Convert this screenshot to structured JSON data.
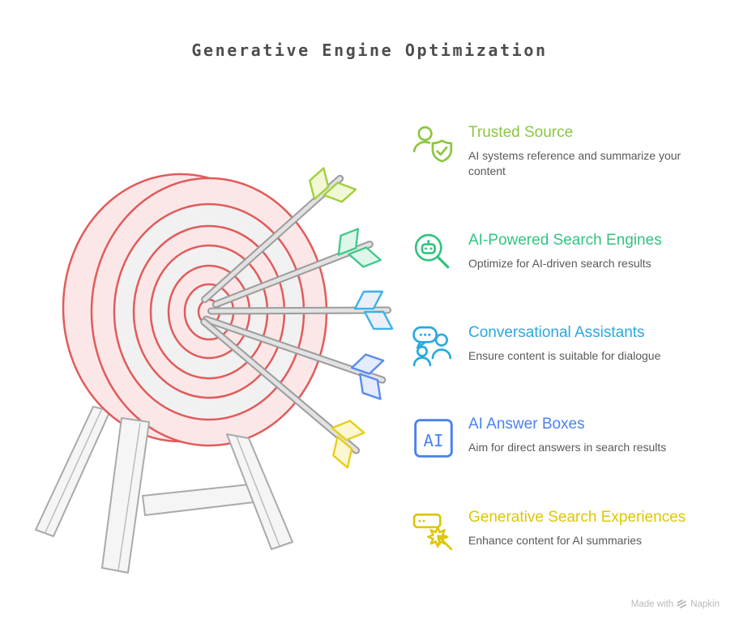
{
  "title": "Generative Engine Optimization",
  "items": [
    {
      "heading": "Trusted Source",
      "description": "AI systems reference and summarize your content",
      "color": "#8cc63f",
      "icon": "person-shield-check-icon"
    },
    {
      "heading": "AI-Powered Search Engines",
      "description": "Optimize for AI-driven search results",
      "color": "#33c481",
      "icon": "robot-magnifier-icon"
    },
    {
      "heading": "Conversational Assistants",
      "description": "Ensure content is suitable for dialogue",
      "color": "#29a9e0",
      "icon": "chat-people-icon"
    },
    {
      "heading": "AI Answer Boxes",
      "description": "Aim for direct answers in search results",
      "color": "#4a82ee",
      "icon": "ai-box-icon",
      "icon_label": "AI"
    },
    {
      "heading": "Generative Search Experiences",
      "description": "Enhance content for AI summaries",
      "color": "#ddc702",
      "icon": "star-cursor-card-icon"
    }
  ],
  "illustration_colors": {
    "ring_stroke": "#e15b5b",
    "ring_pink": "#fbe7e7",
    "ring_gray": "#f1f1f2",
    "easel": "#f5f5f5",
    "shaft": "#e2e2e2"
  },
  "footer": {
    "made_with": "Made with",
    "brand": "Napkin"
  }
}
